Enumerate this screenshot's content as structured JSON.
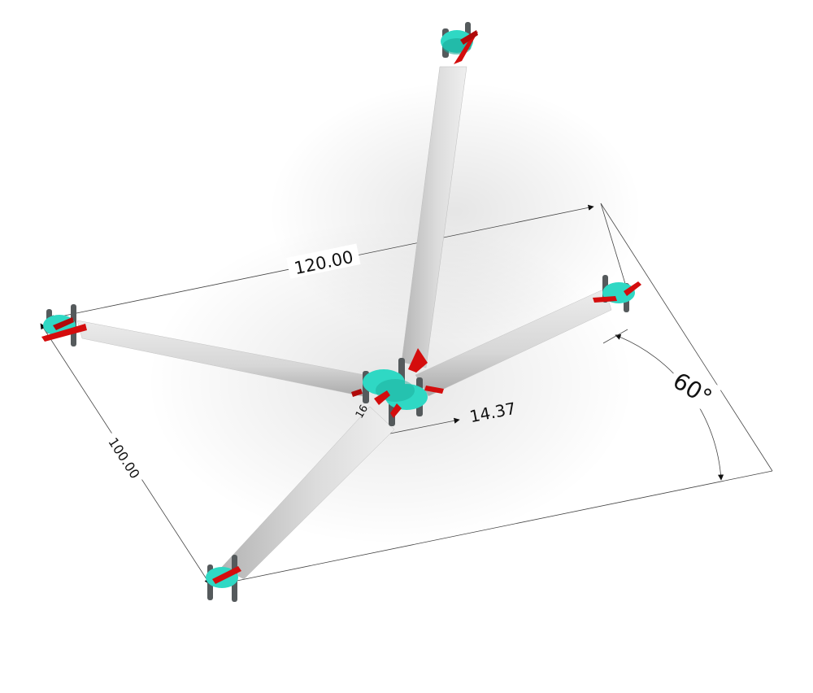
{
  "dimensions": {
    "length_top": "120.00",
    "length_left": "100.00",
    "offset_center": "14.37",
    "angle": "60°",
    "hidden_partial": "16"
  },
  "colors": {
    "background": "#ffffff",
    "arm_light": "#e4e4e4",
    "arm_dark": "#b9b9b9",
    "connector_cyan": "#2fd8c4",
    "connector_cyan_dark": "#1aa997",
    "accent_red": "#d40d0d",
    "fin_gray": "#555a5c",
    "dimension_line": "#333333"
  },
  "parts": {
    "arms": [
      "arm-top",
      "arm-left",
      "arm-right",
      "arm-bottom"
    ],
    "end_connectors": [
      "end-connector-top",
      "end-connector-left",
      "end-connector-right",
      "end-connector-bottom"
    ],
    "hub": "center-hub-connector"
  }
}
